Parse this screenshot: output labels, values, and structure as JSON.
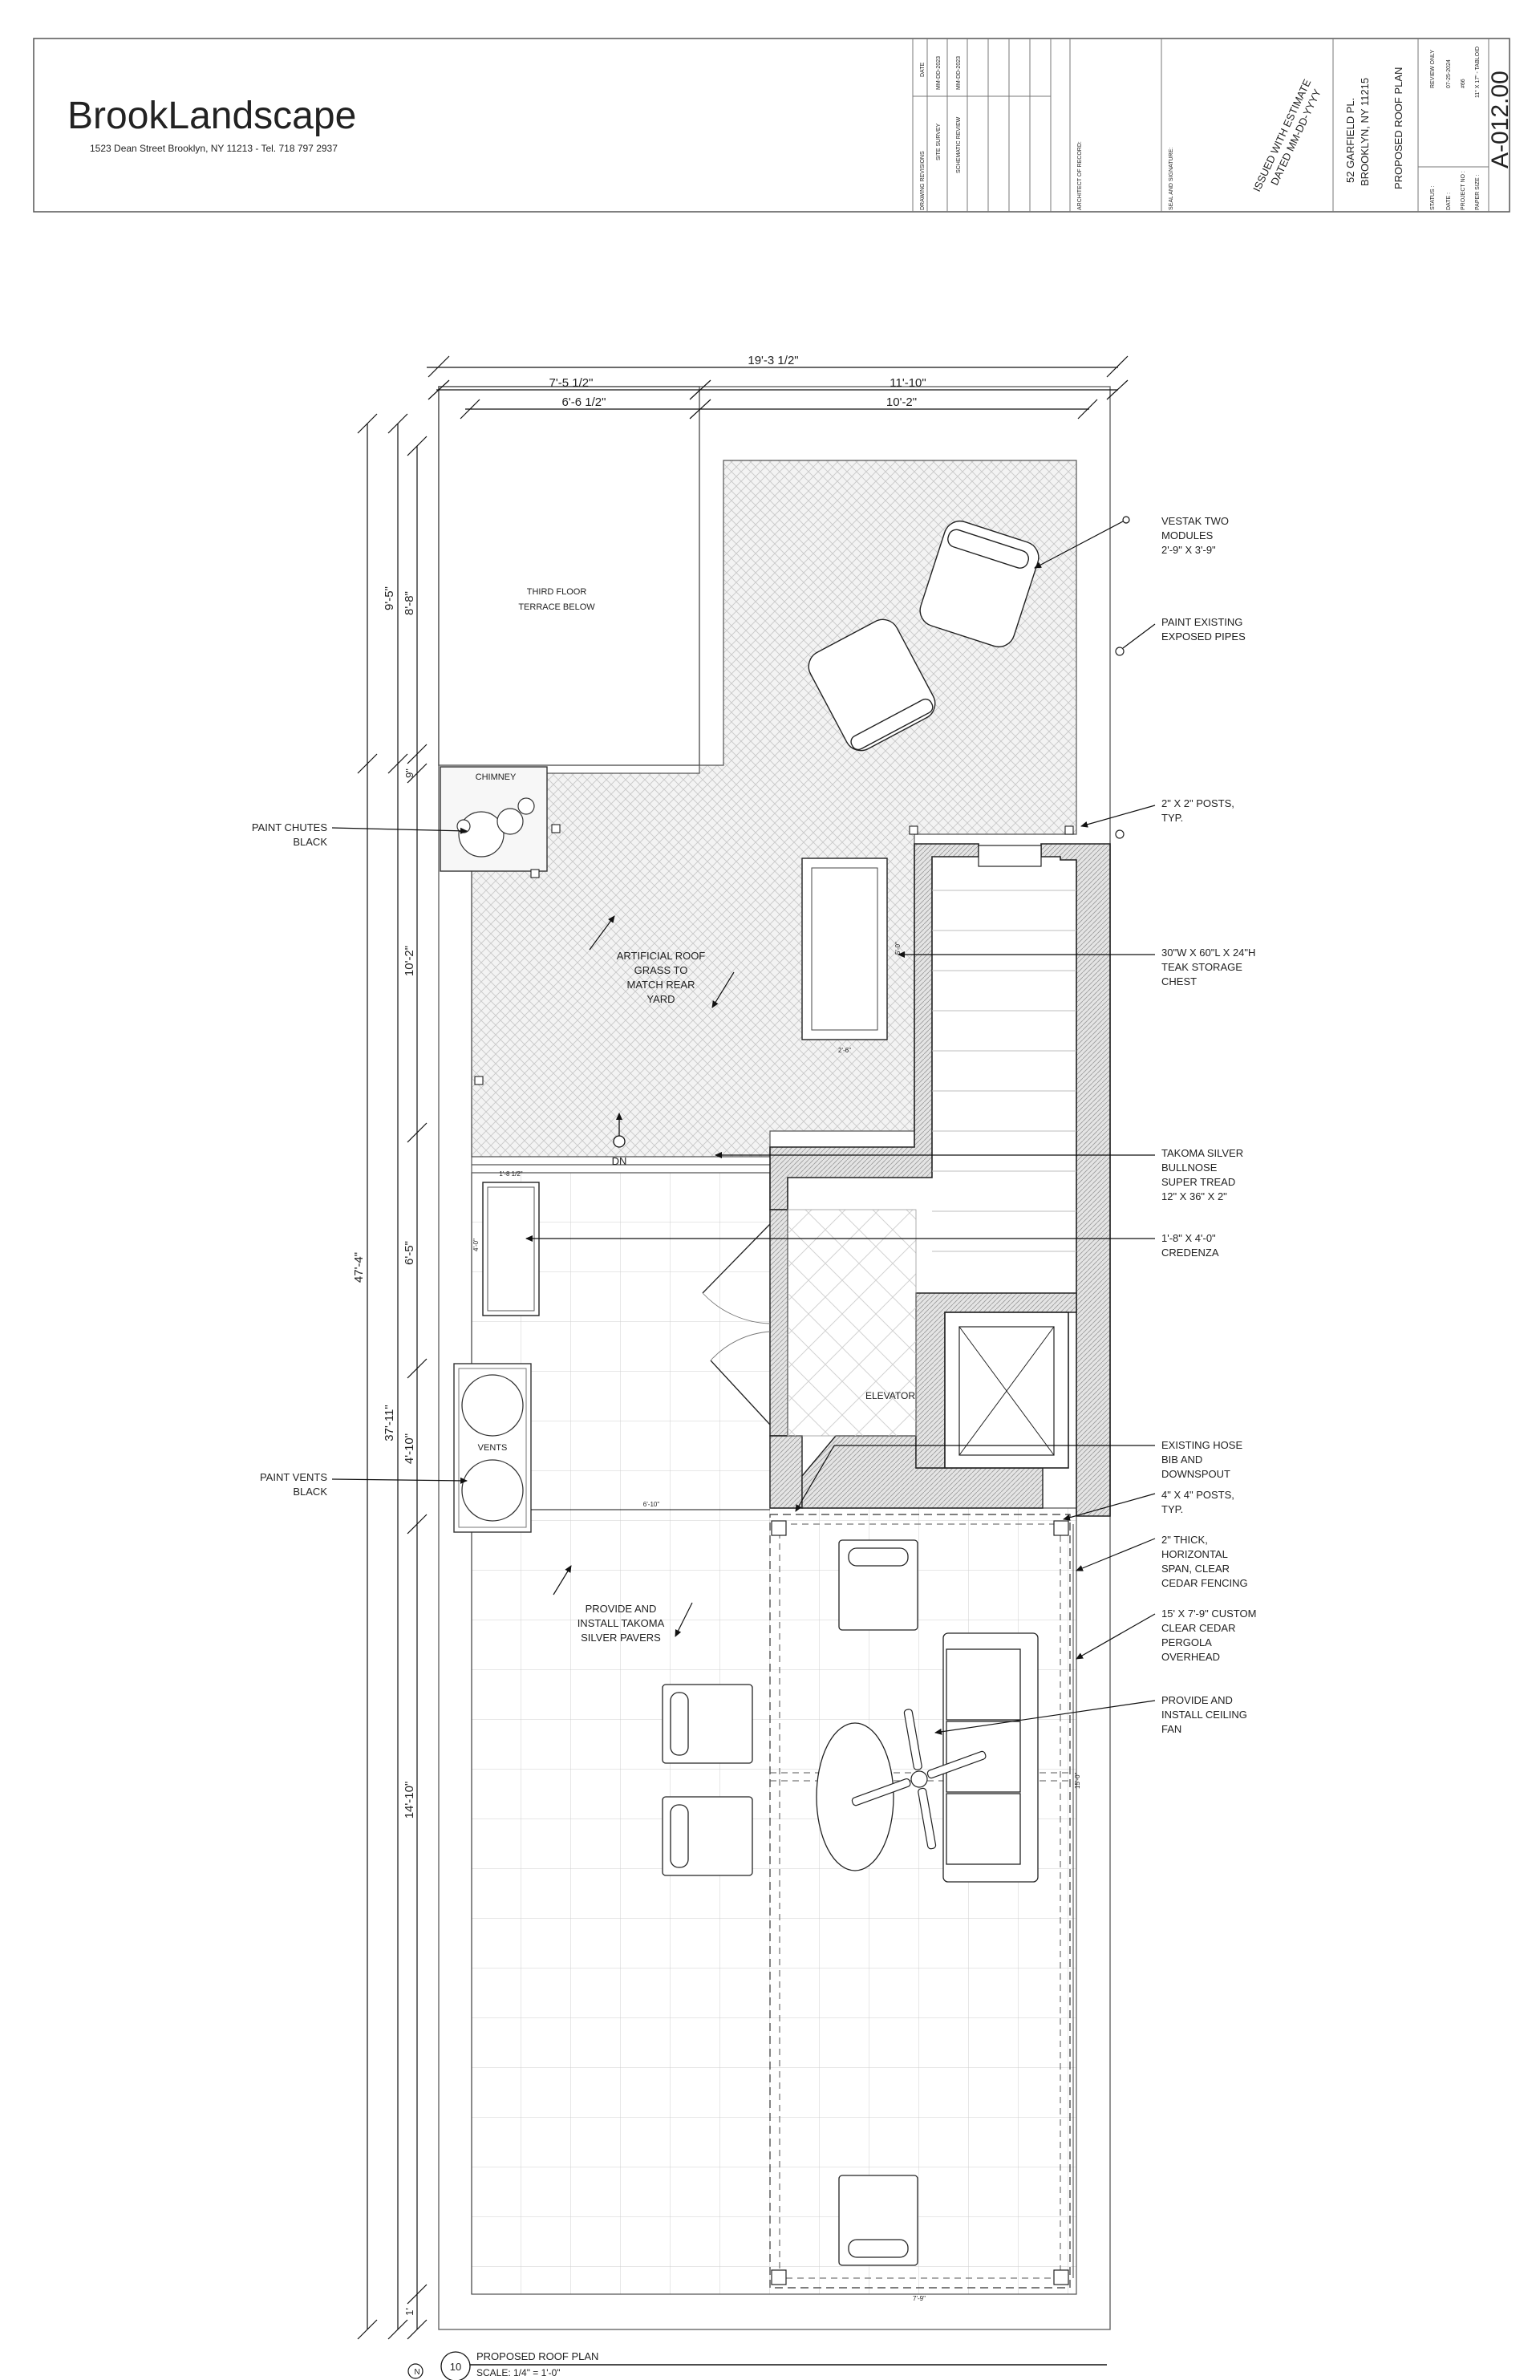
{
  "title_block": {
    "company": "BrookLandscape",
    "company_address": "1523 Dean Street Brooklyn, NY 11213 - Tel. 718 797 2937",
    "revisions_header": "DRAWING REVISIONS",
    "date_header": "DATE",
    "revisions": [
      {
        "label": "SITE SURVEY",
        "date": "MM-DD-2023"
      },
      {
        "label": "SCHEMATIC REVIEW",
        "date": "MM-DD-2023"
      }
    ],
    "architect_label": "ARCHITECT OF RECORD:",
    "seal_label": "SEAL AND SIGNATURE:",
    "issued_line1": "ISSUED WITH ESTIMATE",
    "issued_line2": "DATED MM-DD-YYYY",
    "project_address1": "52 GARFIELD PL.",
    "project_address2": "BROOKLYN, NY 11215",
    "sheet_title": "PROPOSED ROOF PLAN",
    "info": [
      {
        "label": "STATUS :",
        "value": "REVIEW ONLY"
      },
      {
        "label": "DATE :",
        "value": "07-25-2024"
      },
      {
        "label": "PROJECT NO :",
        "value": "#66"
      },
      {
        "label": "PAPER SIZE :",
        "value": "11\" X 17\" - TABLOID"
      }
    ],
    "sheet_number": "A-012.00"
  },
  "plan": {
    "dims_top": {
      "overall": "19'-3 1/2\"",
      "left": "7'-5 1/2\"",
      "right": "11'-10\"",
      "left_inner": "6'-6 1/2\"",
      "right_inner": "10'-2\""
    },
    "dims_left_outer": {
      "total": "47'-4\"",
      "top": "9'-5\"",
      "bottom": "37'-11\""
    },
    "dims_left_inner": [
      "8'-8\"",
      "9\"",
      "10'-2\"",
      "6'-5\"",
      "4'-10\"",
      "14'-10\"",
      "1'"
    ],
    "room_labels": {
      "terrace": [
        "THIRD FLOOR",
        "TERRACE BELOW"
      ],
      "chimney": "CHIMNEY",
      "vents": "VENTS",
      "elevator": "ELEVATOR",
      "dn": "DN",
      "grass": [
        "ARTIFICIAL ROOF",
        "GRASS TO",
        "MATCH REAR",
        "YARD"
      ],
      "pavers": [
        "PROVIDE AND",
        "INSTALL TAKOMA",
        "SILVER PAVERS"
      ]
    },
    "small_dims": {
      "chest_w": "2'-6\"",
      "chest_l": "5'-0\"",
      "credenza_w": "1'-8 1/2\"",
      "credenza_l": "4'-0\"",
      "vent_run": "6'-10\"",
      "pergola_w": "7'-9\"",
      "pergola_l": "15'-0\""
    },
    "callouts_left": [
      [
        "PAINT CHUTES",
        "BLACK"
      ],
      [
        "PAINT VENTS",
        "BLACK"
      ]
    ],
    "callouts_right": [
      [
        "VESTAK TWO",
        "MODULES",
        "2'-9\" X 3'-9\""
      ],
      [
        "PAINT EXISTING",
        "EXPOSED PIPES"
      ],
      [
        "2\" X 2\" POSTS,",
        "TYP."
      ],
      [
        "30\"W X 60\"L X 24\"H",
        "TEAK STORAGE",
        "CHEST"
      ],
      [
        "TAKOMA SILVER",
        "BULLNOSE",
        "SUPER TREAD",
        "12\" X 36\" X 2\""
      ],
      [
        "1'-8\" X 4'-0\"",
        "CREDENZA"
      ],
      [
        "EXISTING HOSE",
        "BIB AND",
        "DOWNSPOUT"
      ],
      [
        "4\" X 4\" POSTS,",
        "TYP."
      ],
      [
        "2\" THICK,",
        "HORIZONTAL",
        "SPAN, CLEAR",
        "CEDAR FENCING"
      ],
      [
        "15' X 7'-9\" CUSTOM",
        "CLEAR CEDAR",
        "PERGOLA",
        "OVERHEAD"
      ],
      [
        "PROVIDE AND",
        "INSTALL CEILING",
        "FAN"
      ]
    ]
  },
  "drawing_label": {
    "north": "N",
    "number": "10",
    "title": "PROPOSED ROOF PLAN",
    "scale": "SCALE: 1/4\" = 1'-0\""
  }
}
